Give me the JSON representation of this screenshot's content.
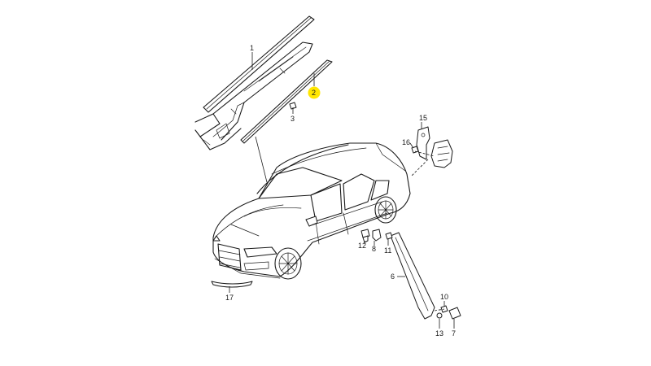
{
  "diagram": {
    "highlight_color": "#ffe600",
    "line_color": "#1a1a1a",
    "callouts": [
      {
        "id": "1",
        "text": "1"
      },
      {
        "id": "2",
        "text": "2",
        "highlighted": true
      },
      {
        "id": "3",
        "text": "3"
      },
      {
        "id": "6",
        "text": "6"
      },
      {
        "id": "7",
        "text": "7"
      },
      {
        "id": "8",
        "text": "8"
      },
      {
        "id": "10",
        "text": "10"
      },
      {
        "id": "11",
        "text": "11"
      },
      {
        "id": "12",
        "text": "12"
      },
      {
        "id": "13",
        "text": "13"
      },
      {
        "id": "15",
        "text": "15"
      },
      {
        "id": "16",
        "text": "16"
      },
      {
        "id": "17",
        "text": "17"
      }
    ]
  }
}
